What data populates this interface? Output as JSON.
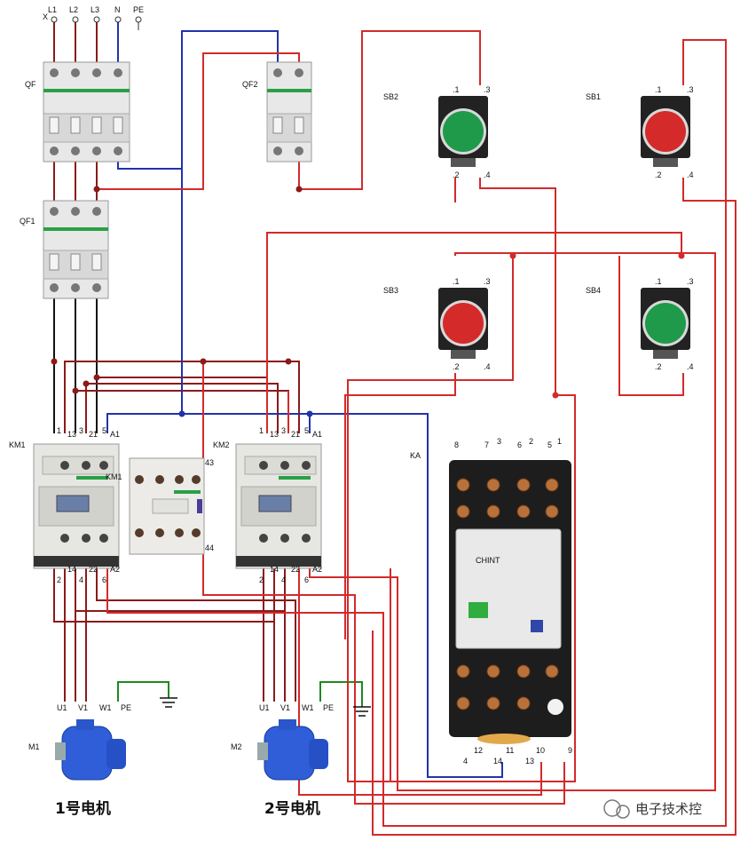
{
  "supply": {
    "l1": "L1",
    "l2": "L2",
    "l3": "L3",
    "n": "N",
    "pe": "PE",
    "x_mark": "X"
  },
  "breakers": {
    "qf": "QF",
    "qf2": "QF2",
    "qf1": "QF1"
  },
  "buttons": {
    "sb2": {
      "name": "SB2",
      "t1": ".1",
      "t2": ".2",
      "t3": ".3",
      "t4": ".4",
      "color": "#1e9a4a"
    },
    "sb1": {
      "name": "SB1",
      "t1": ".1",
      "t2": ".2",
      "t3": ".3",
      "t4": ".4",
      "color": "#d42a2a"
    },
    "sb3": {
      "name": "SB3",
      "t1": ".1",
      "t2": ".2",
      "t3": ".3",
      "t4": ".4",
      "color": "#d42a2a"
    },
    "sb4": {
      "name": "SB4",
      "t1": ".1",
      "t2": ".2",
      "t3": ".3",
      "t4": ".4",
      "color": "#1e9a4a"
    }
  },
  "contactors": {
    "km1": {
      "name": "KM1",
      "top": [
        "1",
        "13",
        "3",
        "21",
        "5",
        "A1"
      ],
      "bottom": [
        "2",
        "14",
        "4",
        "22",
        "6",
        "A2"
      ]
    },
    "km2": {
      "name": "KM2",
      "top": [
        "1",
        "13",
        "3",
        "21",
        "5",
        "A1"
      ],
      "bottom": [
        "2",
        "14",
        "4",
        "22",
        "6",
        "A2"
      ]
    },
    "aux": {
      "label": "KM1",
      "t43": "43",
      "t44": "44"
    }
  },
  "relay": {
    "name": "KA",
    "top": [
      "8",
      "7",
      "3",
      "6",
      "2",
      "5",
      "1"
    ],
    "bottom": [
      "4",
      "12",
      "11",
      "14",
      "13",
      "10",
      "9"
    ],
    "brand": "CHINT"
  },
  "motors": {
    "m1": {
      "name": "M1",
      "u": "U1",
      "v": "V1",
      "w": "W1",
      "pe": "PE",
      "caption": "1号电机"
    },
    "m2": {
      "name": "M2",
      "u": "U1",
      "v": "V1",
      "w": "W1",
      "pe": "PE",
      "caption": "2号电机"
    }
  },
  "watermark": "电子技术控",
  "colors": {
    "phase": "#8b1a1a",
    "control": "#d42a2a",
    "neutral": "#2233aa",
    "ground": "#1e8a1e",
    "black": "#111111"
  }
}
